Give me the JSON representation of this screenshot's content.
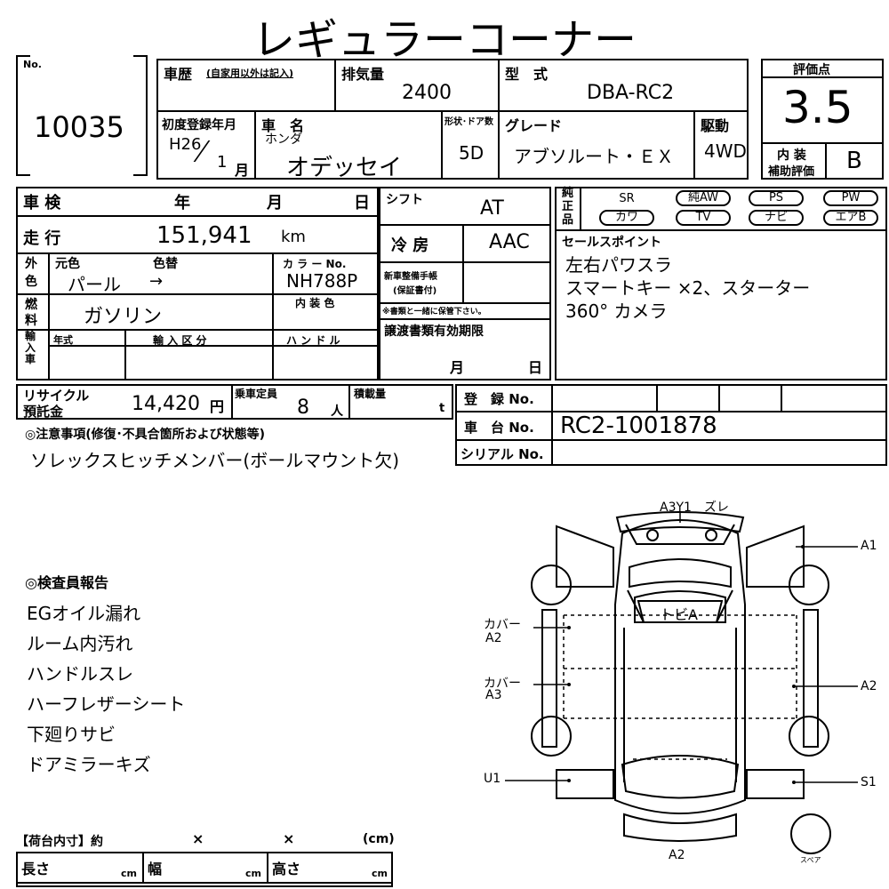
{
  "title": "レギュラーコーナー",
  "no": {
    "label": "No.",
    "value": "10035"
  },
  "history": {
    "label": "車歴",
    "note": "(自家用以外は記入)"
  },
  "displacement": {
    "label": "排気量",
    "value": "2400"
  },
  "model": {
    "label": "型　式",
    "value": "DBA-RC2"
  },
  "rating": {
    "label": "評価点",
    "value": "3.5",
    "interior_label_1": "内 装",
    "interior_label_2": "補助評価",
    "interior_value": "B"
  },
  "first_reg": {
    "label": "初度登録年月",
    "era": "H26",
    "month": "1",
    "month_unit": "月"
  },
  "car_name": {
    "label": "車　名",
    "maker": "ホンダ",
    "name": "オデッセイ"
  },
  "body_doors": {
    "label": "形状･ドア数",
    "value": "5D"
  },
  "grade": {
    "label": "グレード",
    "value": "アブソルート・ＥＸ"
  },
  "drive": {
    "label": "駆動",
    "value": "4WD"
  },
  "shaken": {
    "label": "車 検",
    "year": "年",
    "month": "月",
    "day": "日"
  },
  "shift": {
    "label": "シフト",
    "value": "AT"
  },
  "equipment": {
    "label": "純正品",
    "row1": [
      "SR",
      "純AW",
      "PS",
      "PW"
    ],
    "row2": [
      "カワ",
      "TV",
      "ナビ",
      "エアB"
    ]
  },
  "mileage": {
    "label": "走 行",
    "value": "151,941",
    "unit": "km"
  },
  "aircon": {
    "label": "冷 房",
    "value": "AAC"
  },
  "sales_points": {
    "label": "セールスポイント",
    "lines": [
      "左右パワスラ",
      "スマートキー ×2、スターター",
      "360° カメラ"
    ]
  },
  "color": {
    "label_1": "外",
    "label_2": "色",
    "orig_label": "元色",
    "change_label": "色替",
    "orig_value": "パール",
    "arrow": "→",
    "code_label": "カ ラ ー No.",
    "code_value": "NH788P"
  },
  "new_car_warranty": {
    "label_1": "新車整備手帳",
    "label_2": "(保証書付)",
    "note": "※書類と一緒に保管下さい。"
  },
  "fuel": {
    "label_1": "燃",
    "label_2": "料",
    "value": "ガソリン",
    "interior_color_label": "内 装 色"
  },
  "import": {
    "label": "輸入車",
    "year_label": "年式",
    "type_label": "輸 入 区 分",
    "handle_label": "ハ ン ド ル"
  },
  "transfer_docs": {
    "label": "譲渡書類有効期限",
    "month": "月",
    "day": "日"
  },
  "recycle": {
    "label_1": "リサイクル",
    "label_2": "預託金",
    "value": "14,420",
    "unit": "円"
  },
  "capacity": {
    "label": "乗車定員",
    "value": "8",
    "unit": "人"
  },
  "load": {
    "label": "積載量",
    "unit": "t"
  },
  "registration_no": {
    "label": "登　録 No."
  },
  "chassis_no": {
    "label": "車　台 No.",
    "value": "RC2-1001878"
  },
  "serial_no": {
    "label": "シリアル No."
  },
  "caution": {
    "label": "◎注意事項(修復･不具合箇所および状態等)",
    "text": "ソレックスヒッチメンバー(ボールマウント欠)"
  },
  "inspector": {
    "label": "◎検査員報告",
    "items": [
      "EGオイル漏れ",
      "ルーム内汚れ",
      "ハンドルスレ",
      "ハーフレザーシート",
      "下廻りサビ",
      "ドアミラーキズ"
    ]
  },
  "cargo": {
    "label": "【荷台内寸】約",
    "x1": "×",
    "x2": "×",
    "unit_paren": "(cm)",
    "length": "長さ",
    "width": "幅",
    "height": "高さ",
    "cm": "cm"
  },
  "diagram": {
    "a3y1": "A3Y1　ズレ",
    "a1": "A1",
    "a2_right": "A2",
    "s1": "S1",
    "u1": "U1",
    "cover_a2_1": "カバー",
    "cover_a2_2": "A2",
    "cover_a3_1": "カバー",
    "cover_a3_2": "A3",
    "roof": "トビA",
    "bottom": "A2",
    "spare": "スペア"
  }
}
